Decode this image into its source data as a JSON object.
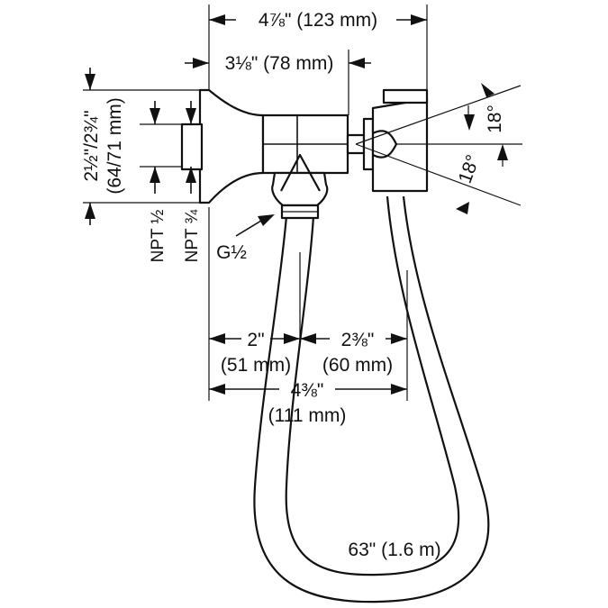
{
  "dimensions": {
    "overall_width": "4⅞\" (123 mm)",
    "body_width": "3⅛\" (78 mm)",
    "flange_height_a": "2½\"/2¾\"",
    "flange_height_b": "(64/71 mm)",
    "thread_left": "NPT ½",
    "thread_right": "NPT ¾",
    "outlet_thread": "G½",
    "outlet_offset_in": "2\"",
    "outlet_offset_mm": "(51 mm)",
    "holder_offset_in": "2⅜\"",
    "holder_offset_mm": "(60 mm)",
    "total_offset_in": "4⅜\"",
    "total_offset_mm": "(111 mm)",
    "angle_upper": "18°",
    "angle_lower": "18°",
    "hose_length": "63\" (1.6 m)"
  },
  "colors": {
    "line": "#111111",
    "background": "#ffffff"
  }
}
